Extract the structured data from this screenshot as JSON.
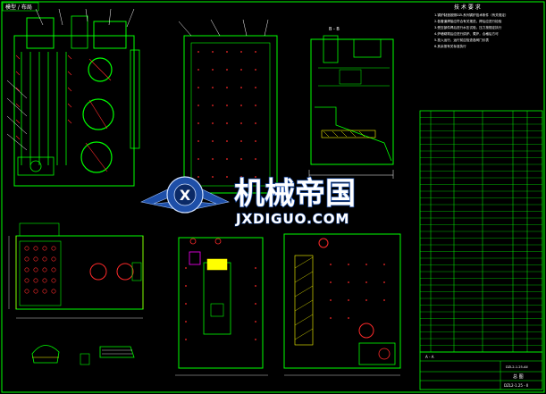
{
  "drawing": {
    "tab_label": "模型 / 布局",
    "section_label_a": "A - A",
    "section_label_b": "B - B",
    "notes_title": "技 术 要 求",
    "notes": [
      "1.锅炉制造按照DZL系列锅炉技术条件（有关规定）",
      "2.各管道焊接应符合有关规范，焊后应进行检验",
      "3.受压部件焊后进行水压试验，压力按规定执行",
      "4.炉墙砌筑后应进行烘炉、煮炉，合格后方可",
      "5.投入运行，运行前应检查各阀门仪表",
      "6.其余按有关标准执行"
    ],
    "title_block": {
      "drawing_no": "DZL2-1.25-AII",
      "title": "总 图",
      "footer_code": "DZL2-1.25 - Ⅱ"
    }
  },
  "watermark": {
    "cn_text": "机械帝国",
    "en_text": "JXDIGUO.COM",
    "emblem_letter": "X"
  },
  "colors": {
    "background": "#000000",
    "outline": "#00ff00",
    "accent_red": "#ff2a2a",
    "accent_yellow": "#ffff00",
    "accent_magenta": "#ff00ff",
    "accent_cyan": "#00ffff",
    "watermark_blue": "#1e4fa8",
    "text": "#ffffff"
  }
}
